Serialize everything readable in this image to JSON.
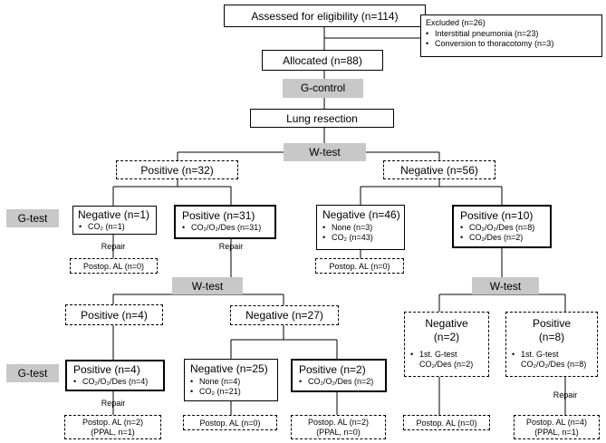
{
  "assessed": "Assessed for eligibility (n=114)",
  "excluded": {
    "title": "Excluded (n=26)",
    "items": [
      "Interstitial pneumonia (n=23)",
      "Conversion to thoracotomy (n=3)"
    ]
  },
  "allocated": "Allocated (n=88)",
  "g_control": "G-control",
  "lung_resection": "Lung resection",
  "w_test": "W-test",
  "g_test": "G-test",
  "repair": "Repair",
  "pos32": "Positive (n=32)",
  "neg56": "Negative (n=56)",
  "neg1": {
    "title": "Negative (n=1)",
    "items": [
      "CO₂ (n=1)"
    ]
  },
  "pos31": {
    "title": "Positive (n=31)",
    "items": [
      "CO₂/O₂/Des (n=31)"
    ]
  },
  "neg46": {
    "title": "Negative (n=46)",
    "items": [
      "None (n=3)",
      "CO₂ (n=43)"
    ]
  },
  "pos10": {
    "title": "Positive (n=10)",
    "items": [
      "CO₂/O₂/Des (n=8)",
      "CO₂/Des (n=2)"
    ]
  },
  "al_neg1": "Postop. AL (n=0)",
  "al_neg46": "Postop. AL (n=0)",
  "pos4": "Positive (n=4)",
  "neg27": "Negative (n=27)",
  "neg2": {
    "line1": "Negative",
    "line2": "(n=2)",
    "note1": "1st. G-test",
    "note2": "CO₂/Des (n=2)"
  },
  "pos8": {
    "line1": "Positive",
    "line2": "(n=8)",
    "note1": "1st. G-test",
    "note2": "CO₂/O₂/Des (n=8)"
  },
  "pos4b": {
    "title": "Positive (n=4)",
    "items": [
      "CO₂/O₂/Des (n=4)"
    ]
  },
  "neg25": {
    "title": "Negative (n=25)",
    "items": [
      "None (n=4)",
      "CO₂ (n=21)"
    ]
  },
  "pos2": {
    "title": "Positive (n=2)",
    "items": [
      "CO₂/O₂/Des (n=2)"
    ]
  },
  "al_pos4": {
    "line1": "Postop. AL (n=2)",
    "line2": "(PPAL, n=1)"
  },
  "al_neg25": "Postop. AL (n=0)",
  "al_pos2": {
    "line1": "Postop. AL (n=2)",
    "line2": "(PPAL, n=0)"
  },
  "al_neg2": "Postop. AL (n=0)",
  "al_pos8": {
    "line1": "Postop. AL (n=4)",
    "line2": "(PPAL, n=1)"
  }
}
